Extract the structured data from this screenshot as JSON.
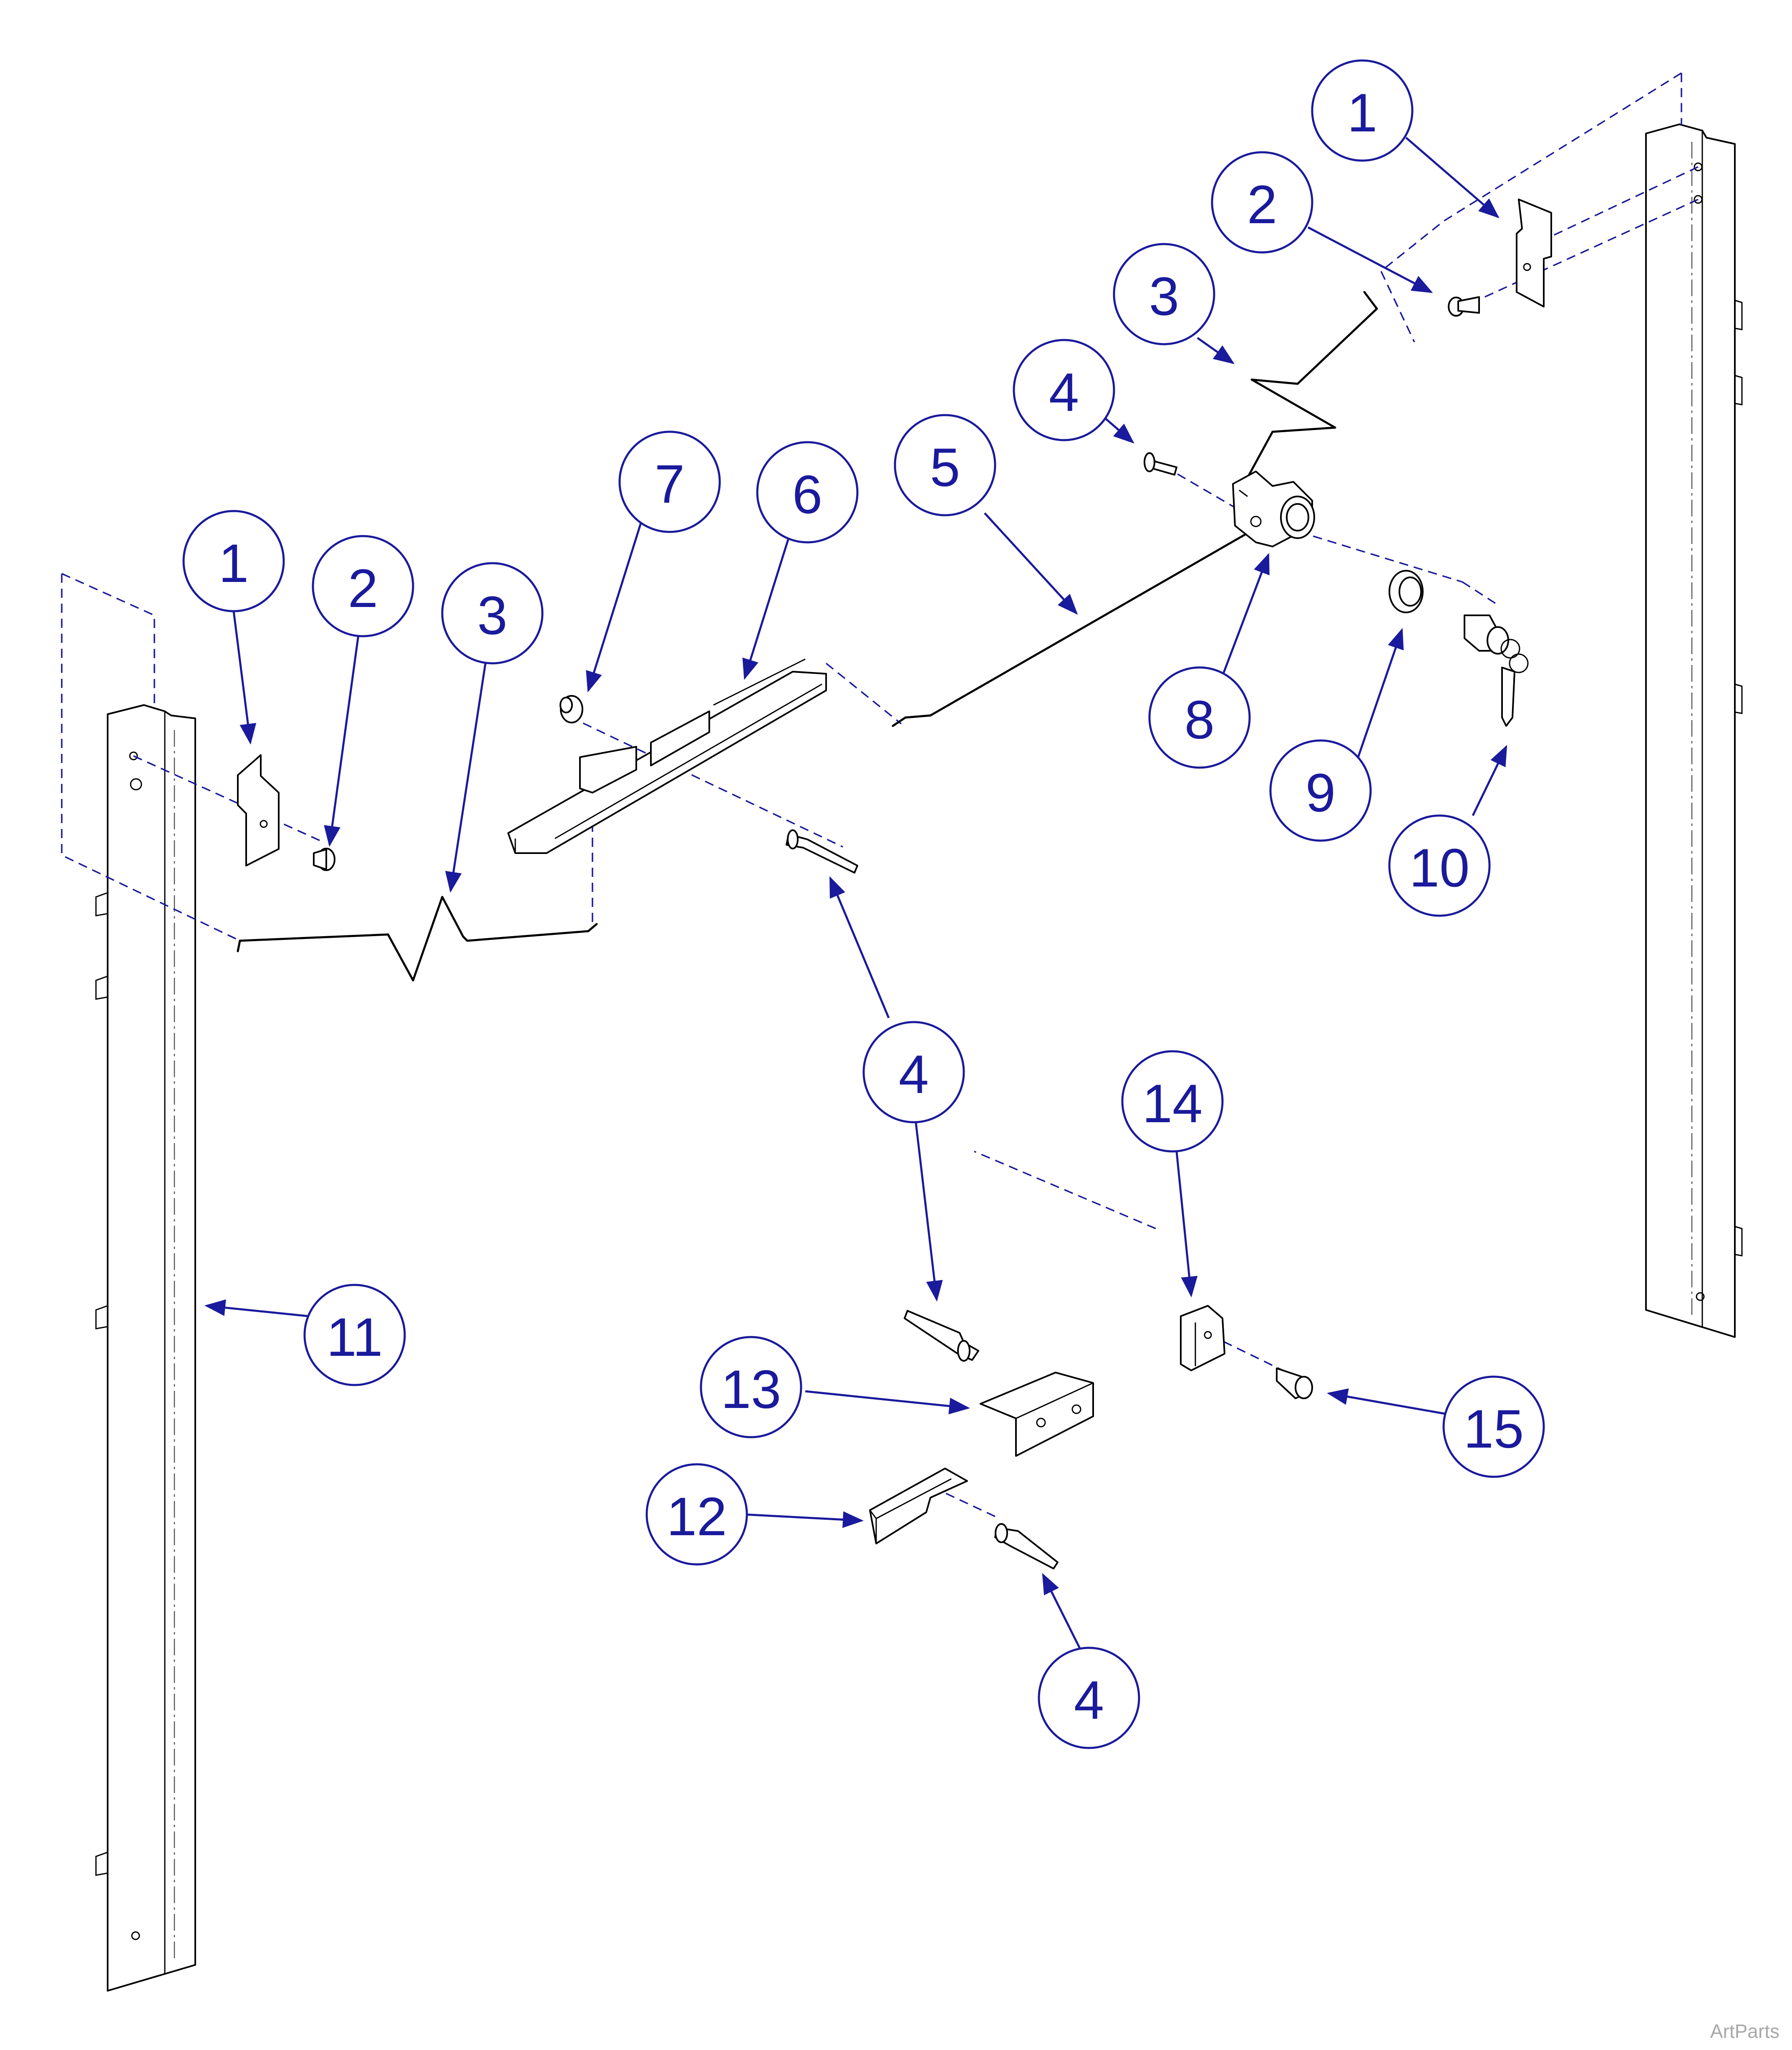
{
  "diagram": {
    "accent_color": "#1a1a9c",
    "watermark": "ArtParts",
    "callouts": [
      {
        "id": "c1a",
        "label": "1"
      },
      {
        "id": "c2a",
        "label": "2"
      },
      {
        "id": "c3a",
        "label": "3"
      },
      {
        "id": "c4a",
        "label": "4"
      },
      {
        "id": "c5",
        "label": "5"
      },
      {
        "id": "c8",
        "label": "8"
      },
      {
        "id": "c9",
        "label": "9"
      },
      {
        "id": "c10",
        "label": "10"
      },
      {
        "id": "c1b",
        "label": "1"
      },
      {
        "id": "c2b",
        "label": "2"
      },
      {
        "id": "c3b",
        "label": "3"
      },
      {
        "id": "c7",
        "label": "7"
      },
      {
        "id": "c6",
        "label": "6"
      },
      {
        "id": "c4b",
        "label": "4"
      },
      {
        "id": "c14",
        "label": "14"
      },
      {
        "id": "c11",
        "label": "11"
      },
      {
        "id": "c13",
        "label": "13"
      },
      {
        "id": "c15",
        "label": "15"
      },
      {
        "id": "c12",
        "label": "12"
      },
      {
        "id": "c4c",
        "label": "4"
      }
    ]
  }
}
